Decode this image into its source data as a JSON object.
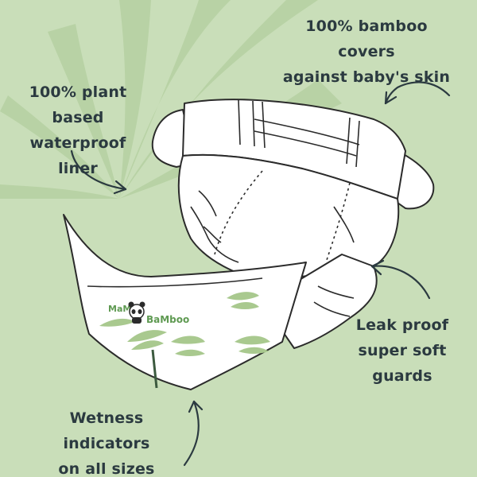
{
  "callouts": {
    "bamboo_cover": {
      "line1": "100% bamboo covers",
      "line2": "against baby's skin"
    },
    "plant_liner": {
      "line1": "100% plant based",
      "line2": "waterproof liner"
    },
    "leak_guards": {
      "line1": "Leak proof",
      "line2": "super soft guards"
    },
    "wetness": {
      "line1": "Wetness indicators",
      "line2": "on all sizes"
    }
  },
  "logo": {
    "part1": "MaMa",
    "part2": "BaMb",
    "part3": "oo"
  },
  "icons": {
    "diaper": "diaper-illustration",
    "leaves": "palm-leaf-icon",
    "panda": "panda-icon",
    "arrows": "curved-arrow-icon"
  },
  "colors": {
    "background": "#c9deb9",
    "text": "#2b3a40",
    "leaf_pattern": "#9fbf83",
    "logo_green": "#5f9a52"
  }
}
